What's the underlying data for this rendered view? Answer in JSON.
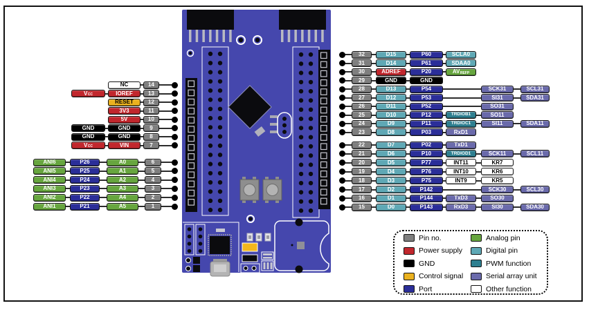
{
  "colors": {
    "pin_no": "#7f7f7f",
    "power_supply": "#c1272d",
    "gnd": "#000000",
    "control_signal": "#eab11f",
    "port": "#2b2e99",
    "analog_pin": "#67a63f",
    "digital_pin": "#5fa8b5",
    "pwm_function": "#2e7f90",
    "serial_array_unit": "#6a6aab",
    "other_function": "#ffffff",
    "board": "#4547ad"
  },
  "legend": {
    "items": [
      {
        "label": "Pin no.",
        "type": "pin_no"
      },
      {
        "label": "Power supply",
        "type": "power_supply"
      },
      {
        "label": "GND",
        "type": "gnd"
      },
      {
        "label": "Control signal",
        "type": "control_signal"
      },
      {
        "label": "Port",
        "type": "port"
      },
      {
        "label": "Analog pin",
        "type": "analog_pin"
      },
      {
        "label": "Digital pin",
        "type": "digital_pin"
      },
      {
        "label": "PWM function",
        "type": "pwm_function"
      },
      {
        "label": "Serial array unit",
        "type": "serial_array_unit"
      },
      {
        "label": "Other function",
        "type": "other_function"
      }
    ]
  },
  "pin_groups": {
    "left_top": {
      "rows": [
        {
          "pin": "14",
          "chips": [
            {
              "col": "main",
              "text": "NC",
              "type": "other_function"
            }
          ]
        },
        {
          "pin": "13",
          "chips": [
            {
              "col": "aux",
              "text": "V",
              "sub": "CC",
              "type": "power_supply"
            },
            {
              "col": "main",
              "text": "IOREF",
              "type": "power_supply"
            }
          ]
        },
        {
          "pin": "12",
          "chips": [
            {
              "col": "main",
              "text": "RESET",
              "type": "control_signal"
            }
          ]
        },
        {
          "pin": "11",
          "chips": [
            {
              "col": "main",
              "text": "3V3",
              "type": "power_supply"
            }
          ]
        },
        {
          "pin": "10",
          "chips": [
            {
              "col": "main",
              "text": "5V",
              "type": "power_supply"
            }
          ]
        },
        {
          "pin": "9",
          "chips": [
            {
              "col": "aux",
              "text": "GND",
              "type": "gnd"
            },
            {
              "col": "main",
              "text": "GND",
              "type": "gnd"
            }
          ]
        },
        {
          "pin": "8",
          "chips": [
            {
              "col": "aux",
              "text": "GND",
              "type": "gnd"
            },
            {
              "col": "main",
              "text": "GND",
              "type": "gnd"
            }
          ]
        },
        {
          "pin": "7",
          "chips": [
            {
              "col": "aux",
              "text": "V",
              "sub": "CC",
              "type": "power_supply"
            },
            {
              "col": "main",
              "text": "VIN",
              "type": "power_supply"
            }
          ]
        }
      ]
    },
    "left_bottom": {
      "rows": [
        {
          "pin": "6",
          "chips": [
            {
              "col": "c1",
              "text": "ANI6",
              "type": "analog_pin"
            },
            {
              "col": "c2",
              "text": "P26",
              "type": "port"
            },
            {
              "col": "c3",
              "text": "A0",
              "type": "analog_pin"
            }
          ]
        },
        {
          "pin": "5",
          "chips": [
            {
              "col": "c1",
              "text": "ANI5",
              "type": "analog_pin"
            },
            {
              "col": "c2",
              "text": "P25",
              "type": "port"
            },
            {
              "col": "c3",
              "text": "A1",
              "type": "analog_pin"
            }
          ]
        },
        {
          "pin": "4",
          "chips": [
            {
              "col": "c1",
              "text": "ANI4",
              "type": "analog_pin"
            },
            {
              "col": "c2",
              "text": "P24",
              "type": "port"
            },
            {
              "col": "c3",
              "text": "A2",
              "type": "analog_pin"
            }
          ]
        },
        {
          "pin": "3",
          "chips": [
            {
              "col": "c1",
              "text": "ANI3",
              "type": "analog_pin"
            },
            {
              "col": "c2",
              "text": "P23",
              "type": "port"
            },
            {
              "col": "c3",
              "text": "A3",
              "type": "analog_pin"
            }
          ]
        },
        {
          "pin": "2",
          "chips": [
            {
              "col": "c1",
              "text": "ANI2",
              "type": "analog_pin"
            },
            {
              "col": "c2",
              "text": "P22",
              "type": "port"
            },
            {
              "col": "c3",
              "text": "A4",
              "type": "analog_pin"
            }
          ]
        },
        {
          "pin": "1",
          "chips": [
            {
              "col": "c1",
              "text": "ANI1",
              "type": "analog_pin"
            },
            {
              "col": "c2",
              "text": "P21",
              "type": "port"
            },
            {
              "col": "c3",
              "text": "A5",
              "type": "analog_pin"
            }
          ]
        }
      ]
    },
    "right_top": {
      "rows": [
        {
          "pin": "32",
          "chips": [
            {
              "col": "a",
              "text": "D15",
              "type": "digital_pin"
            },
            {
              "col": "b",
              "text": "P60",
              "type": "port"
            },
            {
              "col": "c",
              "text": "SCLA0",
              "type": "digital_pin"
            }
          ]
        },
        {
          "pin": "31",
          "chips": [
            {
              "col": "a",
              "text": "D14",
              "type": "digital_pin"
            },
            {
              "col": "b",
              "text": "P61",
              "type": "port"
            },
            {
              "col": "c",
              "text": "SDAA0",
              "type": "digital_pin"
            }
          ]
        },
        {
          "pin": "30",
          "chips": [
            {
              "col": "a",
              "text": "ADREF",
              "type": "power_supply"
            },
            {
              "col": "b",
              "text": "P20",
              "type": "port"
            },
            {
              "col": "c",
              "text": "AV",
              "sub": "REFP",
              "type": "analog_pin"
            }
          ]
        },
        {
          "pin": "29",
          "chips": [
            {
              "col": "a",
              "text": "GND",
              "type": "gnd"
            },
            {
              "col": "b",
              "text": "GND",
              "type": "gnd"
            }
          ]
        },
        {
          "pin": "28",
          "chips": [
            {
              "col": "a",
              "text": "D13",
              "type": "digital_pin"
            },
            {
              "col": "b",
              "text": "P54",
              "type": "port"
            },
            {
              "col": "d",
              "text": "SCK31",
              "type": "serial_array_unit"
            },
            {
              "col": "e",
              "text": "SCL31",
              "type": "serial_array_unit"
            }
          ]
        },
        {
          "pin": "27",
          "chips": [
            {
              "col": "a",
              "text": "D12",
              "type": "digital_pin"
            },
            {
              "col": "b",
              "text": "P53",
              "type": "port"
            },
            {
              "col": "d",
              "text": "SI31",
              "type": "serial_array_unit"
            },
            {
              "col": "e",
              "text": "SDA31",
              "type": "serial_array_unit"
            }
          ]
        },
        {
          "pin": "26",
          "chips": [
            {
              "col": "a",
              "text": "D11",
              "type": "digital_pin"
            },
            {
              "col": "b",
              "text": "P52",
              "type": "port"
            },
            {
              "col": "d",
              "text": "SO31",
              "type": "serial_array_unit"
            }
          ]
        },
        {
          "pin": "25",
          "chips": [
            {
              "col": "a",
              "text": "D10",
              "type": "digital_pin"
            },
            {
              "col": "b",
              "text": "P12",
              "type": "port"
            },
            {
              "col": "c",
              "text": "TRDIOB1",
              "type": "pwm_function"
            },
            {
              "col": "d",
              "text": "SO11",
              "type": "serial_array_unit"
            }
          ]
        },
        {
          "pin": "24",
          "chips": [
            {
              "col": "a",
              "text": "D9",
              "type": "digital_pin"
            },
            {
              "col": "b",
              "text": "P11",
              "type": "port"
            },
            {
              "col": "c",
              "text": "TRDIOC1",
              "type": "pwm_function"
            },
            {
              "col": "d",
              "text": "SI11",
              "type": "serial_array_unit"
            },
            {
              "col": "e",
              "text": "SDA11",
              "type": "serial_array_unit"
            }
          ]
        },
        {
          "pin": "23",
          "chips": [
            {
              "col": "a",
              "text": "D8",
              "type": "digital_pin"
            },
            {
              "col": "b",
              "text": "P03",
              "type": "port"
            },
            {
              "col": "c",
              "text": "RxD1",
              "type": "serial_array_unit"
            }
          ]
        }
      ]
    },
    "right_bottom": {
      "rows": [
        {
          "pin": "22",
          "chips": [
            {
              "col": "a",
              "text": "D7",
              "type": "digital_pin"
            },
            {
              "col": "b",
              "text": "P02",
              "type": "port"
            },
            {
              "col": "c",
              "text": "TxD1",
              "type": "serial_array_unit"
            }
          ]
        },
        {
          "pin": "21",
          "chips": [
            {
              "col": "a",
              "text": "D6",
              "type": "digital_pin"
            },
            {
              "col": "b",
              "text": "P10",
              "type": "port"
            },
            {
              "col": "c",
              "text": "TRDIOD1",
              "type": "pwm_function"
            },
            {
              "col": "d",
              "text": "SCK11",
              "type": "serial_array_unit"
            },
            {
              "col": "e",
              "text": "SCL11",
              "type": "serial_array_unit"
            }
          ]
        },
        {
          "pin": "20",
          "chips": [
            {
              "col": "a",
              "text": "D5",
              "type": "digital_pin"
            },
            {
              "col": "b",
              "text": "P77",
              "type": "port"
            },
            {
              "col": "c",
              "text": "INT11",
              "type": "other_function"
            },
            {
              "col": "d",
              "text": "KR7",
              "type": "other_function"
            }
          ]
        },
        {
          "pin": "19",
          "chips": [
            {
              "col": "a",
              "text": "D4",
              "type": "digital_pin"
            },
            {
              "col": "b",
              "text": "P76",
              "type": "port"
            },
            {
              "col": "c",
              "text": "INT10",
              "type": "other_function"
            },
            {
              "col": "d",
              "text": "KR6",
              "type": "other_function"
            }
          ]
        },
        {
          "pin": "18",
          "chips": [
            {
              "col": "a",
              "text": "D3",
              "type": "digital_pin"
            },
            {
              "col": "b",
              "text": "P75",
              "type": "port"
            },
            {
              "col": "c",
              "text": "INT9",
              "type": "other_function"
            },
            {
              "col": "d",
              "text": "KR5",
              "type": "other_function"
            }
          ]
        },
        {
          "pin": "17",
          "chips": [
            {
              "col": "a",
              "text": "D2",
              "type": "digital_pin"
            },
            {
              "col": "b",
              "text": "P142",
              "type": "port"
            },
            {
              "col": "d",
              "text": "SCK30",
              "type": "serial_array_unit"
            },
            {
              "col": "e",
              "text": "SCL30",
              "type": "serial_array_unit"
            }
          ]
        },
        {
          "pin": "16",
          "chips": [
            {
              "col": "a",
              "text": "D1",
              "type": "digital_pin"
            },
            {
              "col": "b",
              "text": "P144",
              "type": "port"
            },
            {
              "col": "c",
              "text": "TxD3",
              "type": "serial_array_unit"
            },
            {
              "col": "d",
              "text": "SO30",
              "type": "serial_array_unit"
            }
          ]
        },
        {
          "pin": "15",
          "chips": [
            {
              "col": "a",
              "text": "D0",
              "type": "digital_pin"
            },
            {
              "col": "b",
              "text": "P143",
              "type": "port"
            },
            {
              "col": "c",
              "text": "RxD3",
              "type": "serial_array_unit"
            },
            {
              "col": "d",
              "text": "SI30",
              "type": "serial_array_unit"
            },
            {
              "col": "e",
              "text": "SDA30",
              "type": "serial_array_unit"
            }
          ]
        }
      ]
    }
  }
}
